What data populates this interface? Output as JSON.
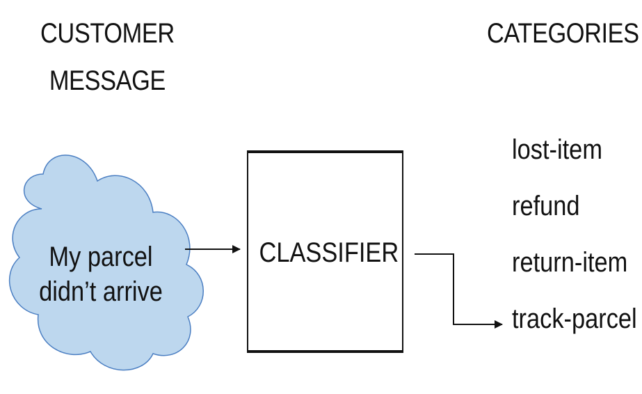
{
  "input": {
    "heading_line1": "CUSTOMER",
    "heading_line2": "MESSAGE",
    "message_line1": "My parcel",
    "message_line2": "didn’t arrive"
  },
  "classifier": {
    "label": "CLASSIFIER"
  },
  "output": {
    "heading": "CATEGORIES",
    "categories": [
      "lost-item",
      "refund",
      "return-item",
      "track-parcel"
    ]
  },
  "colors": {
    "cloud_fill": "#bdd7ee",
    "cloud_stroke": "#4a7ec2",
    "line": "#111111"
  },
  "icons": {
    "input_shape": "cloud-shape",
    "connectors": "arrow-right-icon"
  }
}
